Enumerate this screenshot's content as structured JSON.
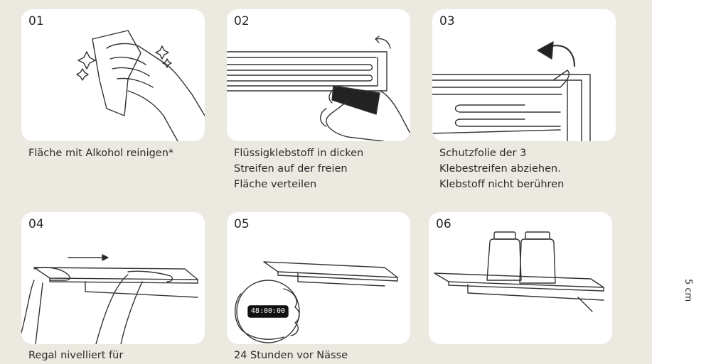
{
  "side_label": "5 cm",
  "steps": [
    {
      "number": "01",
      "caption": "Fläche mit Alkohol reinigen*",
      "icon": "cleaning-hand-icon"
    },
    {
      "number": "02",
      "caption": "Flüssigklebstoff in dicken\nStreifen auf der freien\nFläche verteilen",
      "icon": "adhesive-tube-icon"
    },
    {
      "number": "03",
      "caption": "Schutzfolie der 3\nKlebestreifen abziehen.\nKlebstoff nicht berühren",
      "icon": "peel-film-icon"
    },
    {
      "number": "04",
      "caption": "Regal nivelliert für",
      "icon": "level-shelf-icon"
    },
    {
      "number": "05",
      "caption": "24 Stunden vor Nässe",
      "icon": "timer-icon"
    },
    {
      "number": "06",
      "caption": "",
      "icon": "shelf-with-jars-icon"
    }
  ],
  "timer_display": "48:00:00"
}
